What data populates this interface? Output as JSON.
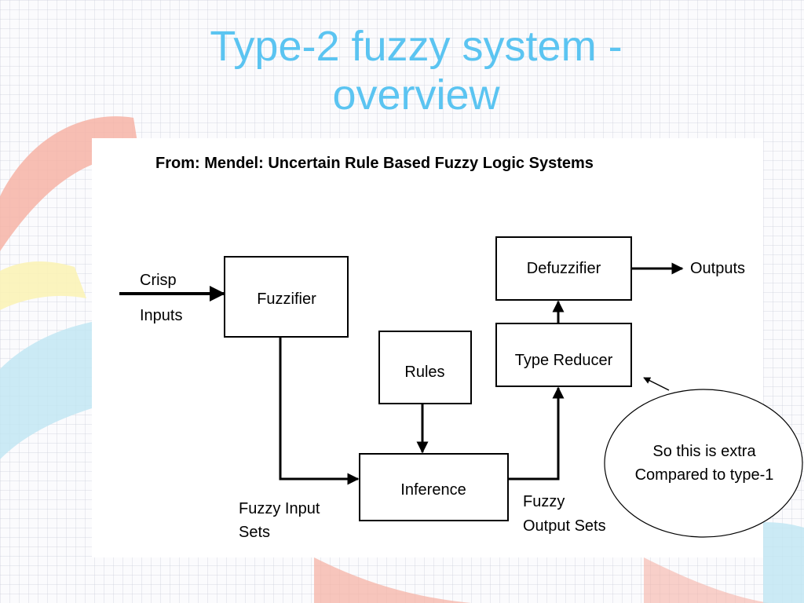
{
  "slide": {
    "title_line1": "Type-2 fuzzy system -",
    "title_line2": "overview"
  },
  "figure": {
    "caption": "From: Mendel: Uncertain Rule Based Fuzzy Logic Systems",
    "inputs_line1": "Crisp",
    "inputs_line2": "Inputs",
    "fuzzifier": "Fuzzifier",
    "rules": "Rules",
    "inference": "Inference",
    "type_reducer": "Type Reducer",
    "defuzzifier": "Defuzzifier",
    "outputs": "Outputs",
    "fuzzy_input_line1": "Fuzzy Input",
    "fuzzy_input_line2": "Sets",
    "fuzzy_output_line1": "Fuzzy",
    "fuzzy_output_line2": "Output Sets"
  },
  "callout": {
    "line1": "So this is extra",
    "line2": "Compared to type-1"
  },
  "colors": {
    "title": "#5bc4f1",
    "deco_salmon": "#f6b3a6",
    "deco_yellow": "#fbf3b7",
    "deco_blue": "#bfe6f2"
  }
}
